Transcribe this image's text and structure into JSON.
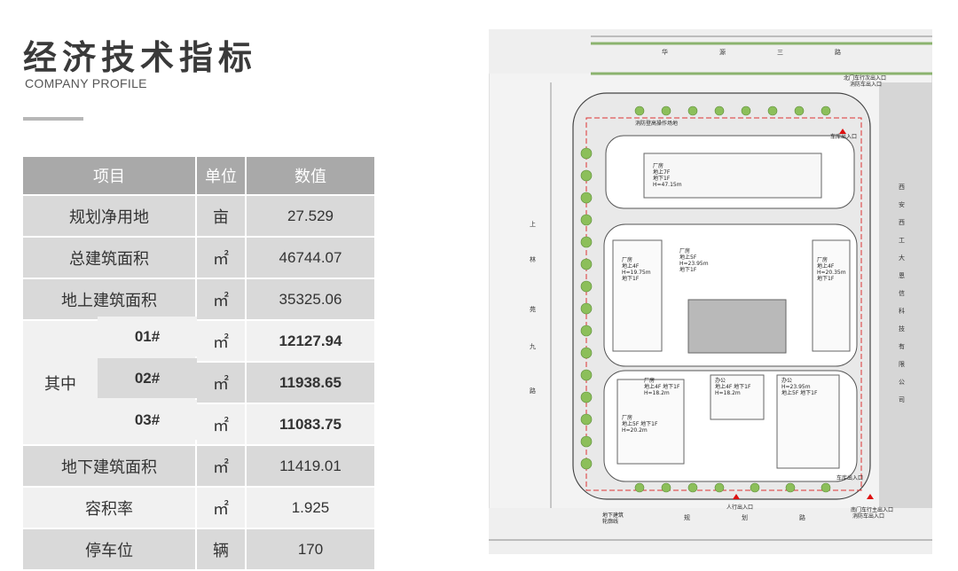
{
  "header": {
    "title": "经济技术指标",
    "subtitle": "COMPANY PROFILE"
  },
  "table": {
    "headers": [
      "项目",
      "单位",
      "数值"
    ],
    "rows": [
      {
        "item": "规划净用地",
        "unit": "亩",
        "value": "27.529"
      },
      {
        "item": "总建筑面积",
        "unit": "㎡",
        "value": "46744.07"
      },
      {
        "item": "地上建筑面积",
        "unit": "㎡",
        "value": "35325.06"
      }
    ],
    "group_label": "其中",
    "group_rows": [
      {
        "item": "01#",
        "unit": "㎡",
        "value": "12127.94"
      },
      {
        "item": "02#",
        "unit": "㎡",
        "value": "11938.65"
      },
      {
        "item": "03#",
        "unit": "㎡",
        "value": "11083.75"
      }
    ],
    "tail_rows": [
      {
        "item": "地下建筑面积",
        "unit": "㎡",
        "value": "11419.01"
      },
      {
        "item": "容积率",
        "unit": "㎡",
        "value": "1.925"
      },
      {
        "item": "停车位",
        "unit": "辆",
        "value": "170"
      }
    ]
  },
  "site_plan": {
    "road_top": [
      "华",
      "源",
      "三",
      "路"
    ],
    "road_left": [
      "上",
      "林",
      "苑",
      "九",
      "路"
    ],
    "road_right": [
      "西",
      "安",
      "西",
      "工",
      "大",
      "恩",
      "信",
      "科",
      "技",
      "有",
      "限",
      "公",
      "司"
    ],
    "road_bottom": [
      "规",
      "划",
      "路"
    ],
    "labels": {
      "north_entry": "北门车行次出入口",
      "north_fire": "消防车出入口",
      "garage_entry_top": "车库出入口",
      "fire_platform": "消防登高操作场地",
      "bldg_top": "厂房",
      "bldg_top_floors": "地上7F",
      "bldg_top_under": "地下1F",
      "bldg_top_h": "H=47.15m",
      "bldg_a": "厂房",
      "bldg_a_floors": "地上4F",
      "bldg_a_h": "H=19.75m",
      "bldg_a_under": "地下1F",
      "bldg_b": "厂房",
      "bldg_b_floors": "地上5F",
      "bldg_b_h": "H=23.95m",
      "bldg_b_under": "地下1F",
      "bldg_c": "厂房",
      "bldg_c_floors": "地上4F",
      "bldg_c_h": "H=20.35m",
      "bldg_c_under": "地下1F",
      "bldg_d": "厂房",
      "bldg_d_floors": "地上4F 地下1F",
      "bldg_d_h": "H=18.2m",
      "bldg_e": "办公",
      "bldg_e_floors": "地上4F 地下1F",
      "bldg_e_h": "H=18.2m",
      "bldg_f": "办公",
      "bldg_f_h": "H=23.95m",
      "bldg_f_floors": "地上5F 地下1F",
      "bldg_g": "厂房",
      "bldg_g_floors": "地上5F 地下1F",
      "bldg_g_h": "H=20.2m",
      "garage_entry_bottom": "车库出入口",
      "pedestrian_entry": "人行出入口",
      "south_entry": "南门车行主出入口",
      "south_fire": "消防车出入口",
      "basement_outline": "地下建筑",
      "basement_outline_2": "轮廓线"
    }
  }
}
